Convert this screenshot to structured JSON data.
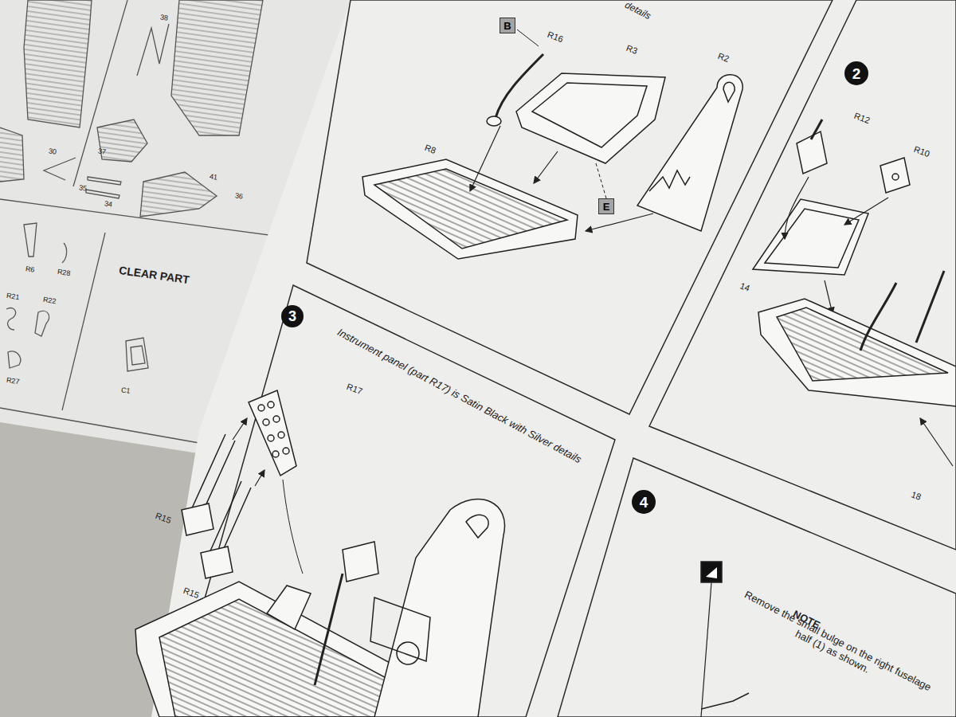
{
  "diagram": {
    "nodes": [
      {
        "text": [
          "2"
        ]
      },
      {
        "text": [
          "3"
        ]
      },
      {
        "text": [
          "4"
        ]
      },
      {
        "text": [
          "B"
        ]
      },
      {
        "text": [
          "E"
        ]
      }
    ],
    "labels": [
      "details",
      "R16",
      "R3",
      "R2",
      "R8",
      "R12",
      "R10",
      "14",
      "18",
      "Instrument panel (part R17) is Satin Black with Silver details",
      "R17",
      "R15",
      "R15",
      "NOTE",
      "Remove the small bulge on the right fuselage half (1) as shown.",
      "38",
      "37",
      "30",
      "35",
      "34",
      "41",
      "36",
      "R6",
      "R28",
      "R21",
      "R22",
      "R27",
      "CLEAR PART",
      "C1"
    ]
  }
}
